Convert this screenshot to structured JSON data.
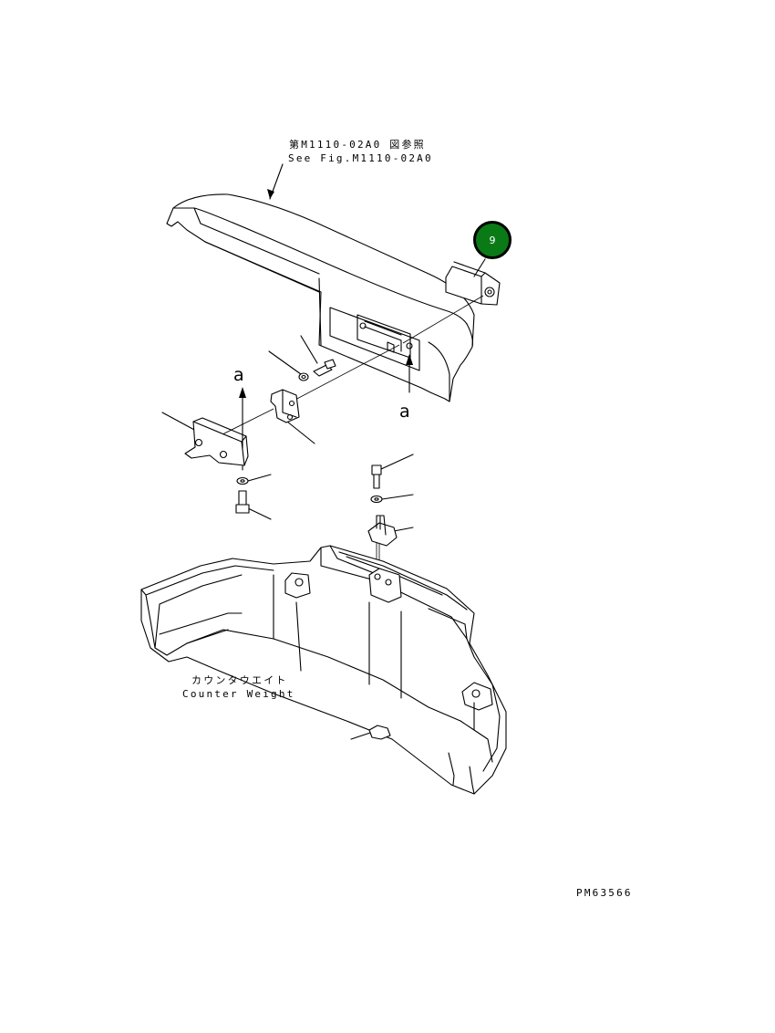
{
  "labels": {
    "ref_jp": "第M1110-02A0 図参照",
    "ref_en": "See Fig.M1110-02A0",
    "counterweight_jp": "カウンタウエイト",
    "counterweight_en": "Counter Weight",
    "view_a_left": "a",
    "view_a_right": "a",
    "drawing_number": "PM63566"
  },
  "callouts": [
    {
      "number": "9",
      "color": "#0a7a16"
    }
  ]
}
